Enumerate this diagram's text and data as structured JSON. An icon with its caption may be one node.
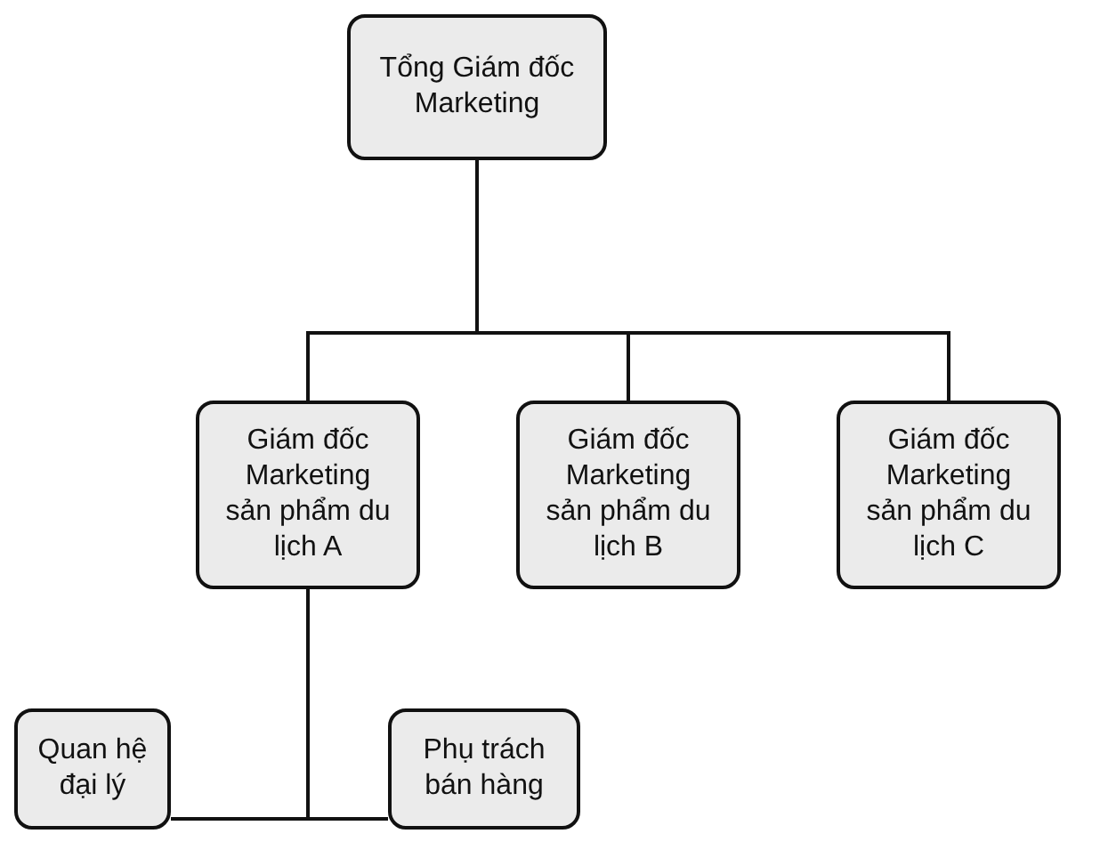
{
  "diagram": {
    "nodes": [
      {
        "text": [
          "Tổng Giám đốc Marketing"
        ]
      },
      {
        "text": [
          "Giám đốc Marketing sản phẩm du lịch A"
        ]
      },
      {
        "text": [
          "Giám đốc Marketing sản phẩm du lịch B"
        ]
      },
      {
        "text": [
          "Giám đốc Marketing sản phẩm du lịch C"
        ]
      },
      {
        "text": [
          "Quan hệ đại lý"
        ]
      },
      {
        "text": [
          "Phụ trách bán hàng"
        ]
      }
    ],
    "edges": [
      {
        "from": 0,
        "to": 1,
        "arrow": "none"
      },
      {
        "from": 0,
        "to": 2,
        "arrow": "none"
      },
      {
        "from": 0,
        "to": 3,
        "arrow": "none"
      },
      {
        "from": 1,
        "to": 4,
        "arrow": "none"
      },
      {
        "from": 1,
        "to": 5,
        "arrow": "none"
      }
    ]
  }
}
